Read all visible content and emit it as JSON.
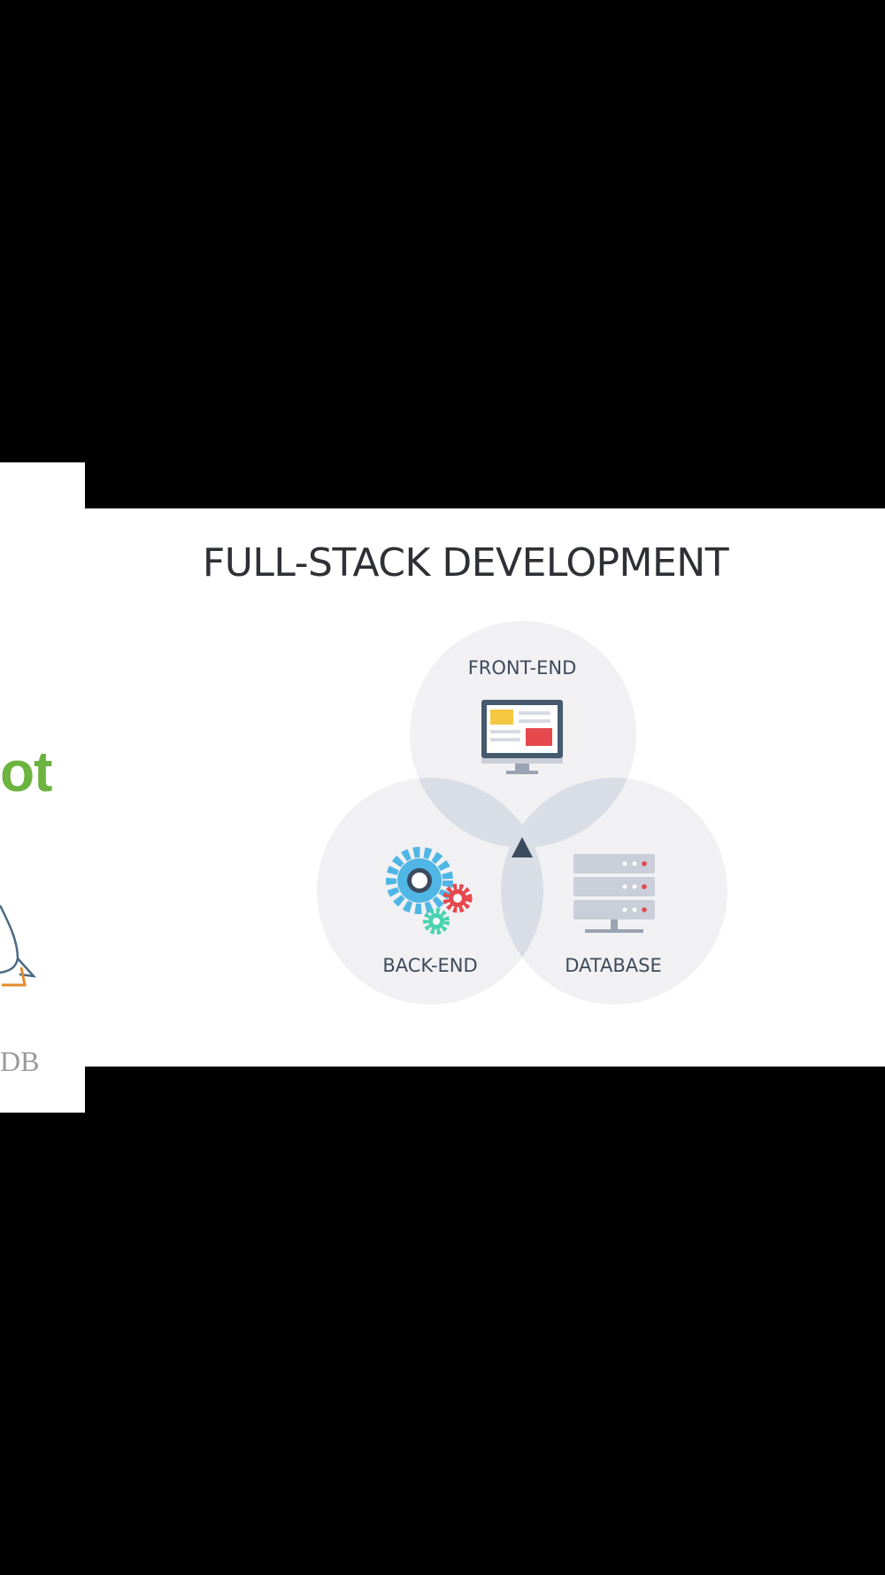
{
  "diagram": {
    "title": "FULL-STACK DEVELOPMENT",
    "circles": [
      {
        "label": "FRONT-END",
        "icon": "monitor-icon"
      },
      {
        "label": "BACK-END",
        "icon": "gears-icon"
      },
      {
        "label": "DATABASE",
        "icon": "server-icon"
      }
    ],
    "center_marker": "triangle-icon"
  },
  "left_fragment": {
    "green_text": "ot",
    "gray_text": "DB",
    "mascot": "dolphin-logo-icon"
  },
  "colors": {
    "background": "#000000",
    "panel": "#ffffff",
    "circle": "#f1f1f3",
    "overlap": "#d9dde6",
    "title": "#2f3035",
    "label": "#3f4a5c",
    "yellow": "#f5c842",
    "red": "#e5484d",
    "blue": "#4fb6e5",
    "teal": "#49d3b0",
    "green_text": "#6cb33f"
  }
}
